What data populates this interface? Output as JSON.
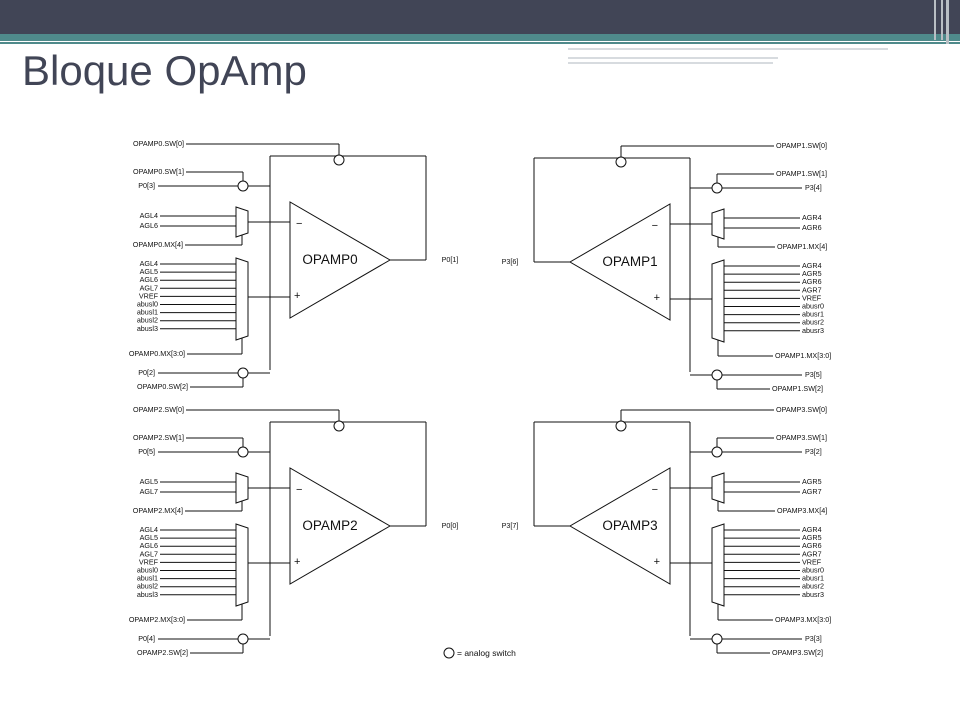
{
  "slide": {
    "title": "Bloque OpAmp"
  },
  "legend": {
    "text": "= analog switch"
  },
  "amps": [
    {
      "name": "OPAMP0",
      "minus": "−",
      "plus": "+",
      "sw0": "OPAMP0.SW[0]",
      "sw1": "OPAMP0.SW[1]",
      "pin_minus": "P0[3]",
      "mux_small": [
        "AGL4",
        "AGL6"
      ],
      "mx4": "OPAMP0.MX[4]",
      "mux_big": [
        "AGL4",
        "AGL5",
        "AGL6",
        "AGL7",
        "VREF",
        "abusl0",
        "abusl1",
        "abusl2",
        "abusl3"
      ],
      "mx30": "OPAMP0.MX[3:0]",
      "pin_plus": "P0[2]",
      "sw2": "OPAMP0.SW[2]",
      "out": "P0[1]"
    },
    {
      "name": "OPAMP1",
      "minus": "−",
      "plus": "+",
      "sw0": "OPAMP1.SW[0]",
      "sw1": "OPAMP1.SW[1]",
      "pin_minus": "P3[4]",
      "mux_small": [
        "AGR4",
        "AGR6"
      ],
      "mx4": "OPAMP1.MX[4]",
      "mux_big": [
        "AGR4",
        "AGR5",
        "AGR6",
        "AGR7",
        "VREF",
        "abusr0",
        "abusr1",
        "abusr2",
        "abusr3"
      ],
      "mx30": "OPAMP1.MX[3:0]",
      "pin_plus": "P3[5]",
      "sw2": "OPAMP1.SW[2]",
      "out": "P3[6]"
    },
    {
      "name": "OPAMP2",
      "minus": "−",
      "plus": "+",
      "sw0": "OPAMP2.SW[0]",
      "sw1": "OPAMP2.SW[1]",
      "pin_minus": "P0[5]",
      "mux_small": [
        "AGL5",
        "AGL7"
      ],
      "mx4": "OPAMP2.MX[4]",
      "mux_big": [
        "AGL4",
        "AGL5",
        "AGL6",
        "AGL7",
        "VREF",
        "abusl0",
        "abusl1",
        "abusl2",
        "abusl3"
      ],
      "mx30": "OPAMP2.MX[3:0]",
      "pin_plus": "P0[4]",
      "sw2": "OPAMP2.SW[2]",
      "out": "P0[0]"
    },
    {
      "name": "OPAMP3",
      "minus": "−",
      "plus": "+",
      "sw0": "OPAMP3.SW[0]",
      "sw1": "OPAMP3.SW[1]",
      "pin_minus": "P3[2]",
      "mux_small": [
        "AGR5",
        "AGR7"
      ],
      "mx4": "OPAMP3.MX[4]",
      "mux_big": [
        "AGR4",
        "AGR5",
        "AGR6",
        "AGR7",
        "VREF",
        "abusr0",
        "abusr1",
        "abusr2",
        "abusr3"
      ],
      "mx30": "OPAMP3.MX[3:0]",
      "pin_plus": "P3[3]",
      "sw2": "OPAMP3.SW[2]",
      "out": "P3[7]"
    }
  ]
}
